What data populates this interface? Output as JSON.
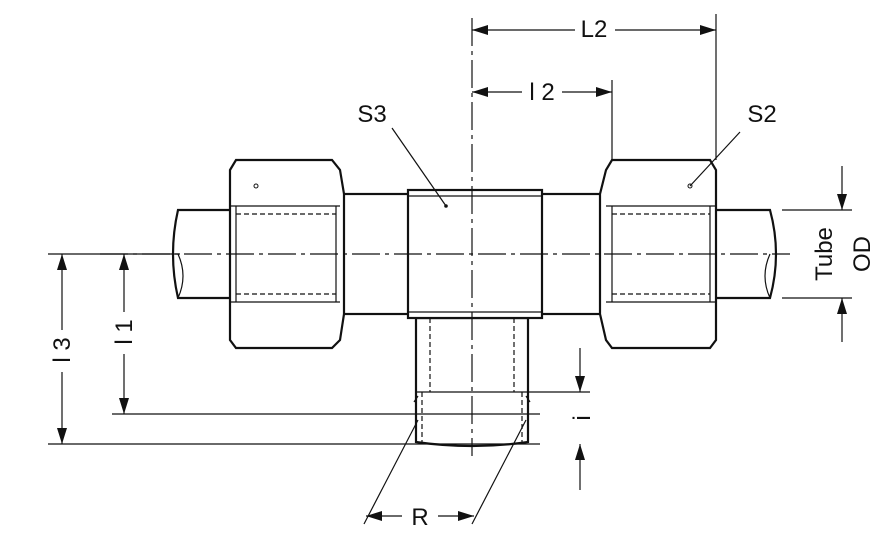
{
  "labels": {
    "L2": "L2",
    "l2": "l 2",
    "S3": "S3",
    "S2": "S2",
    "tube": "Tube",
    "od": "OD",
    "l3": "l 3",
    "l1": "l 1",
    "i": "i",
    "R": "R"
  },
  "colors": {
    "line": "#111111",
    "background": "#ffffff"
  }
}
